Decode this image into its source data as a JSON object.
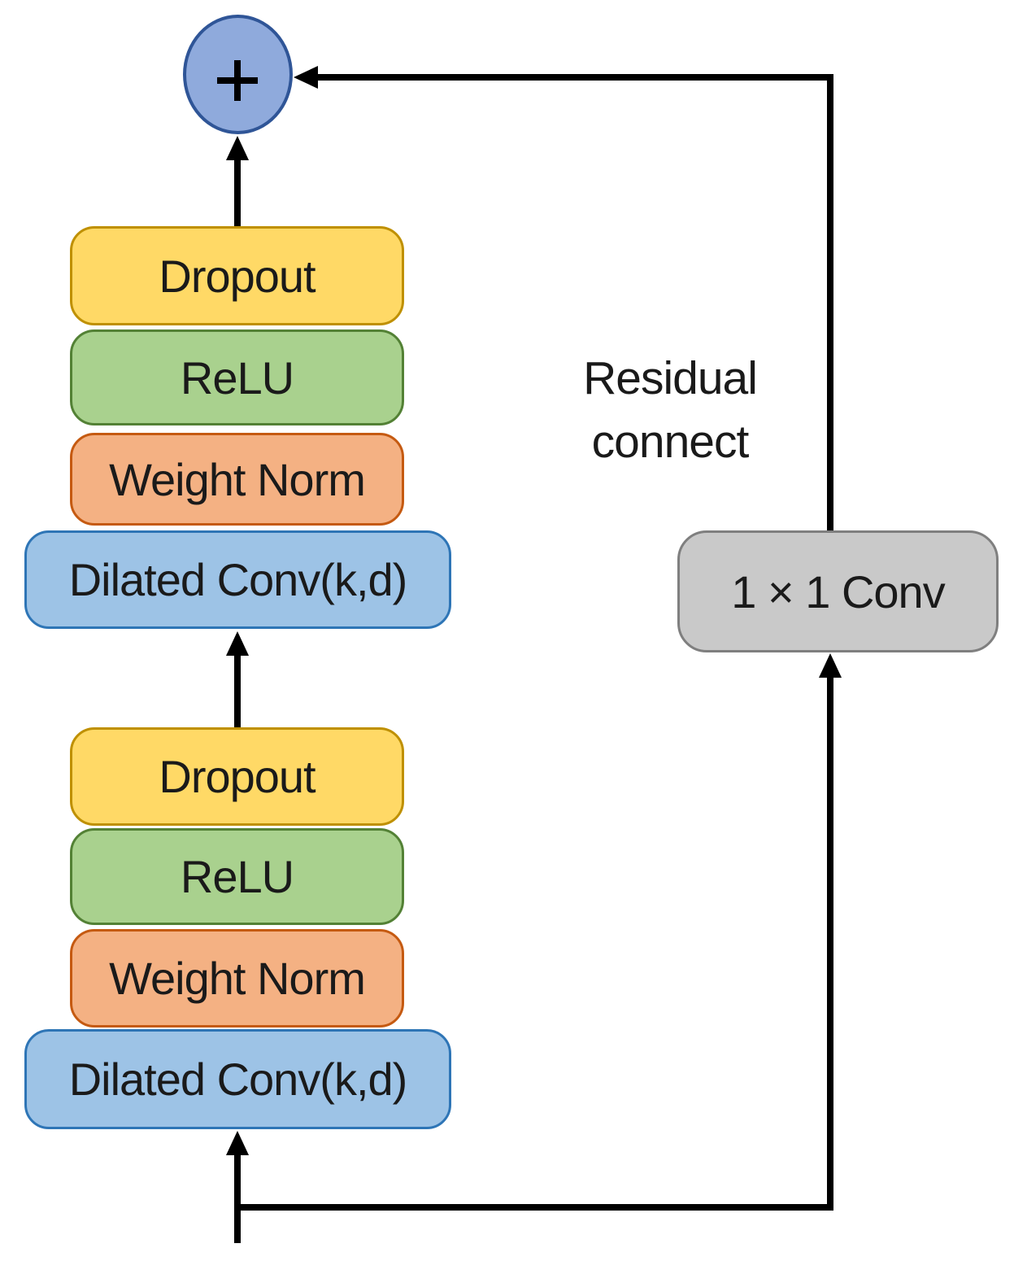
{
  "diagram": {
    "description_hint": "residual block diagram",
    "sum_node": {
      "label": "+",
      "fill": "#8FAADC",
      "border": "#2F5597"
    },
    "upper_stack": [
      {
        "label": "Dropout",
        "fill": "#FFD966",
        "border": "#BF9000"
      },
      {
        "label": "ReLU",
        "fill": "#A9D18E",
        "border": "#538135"
      },
      {
        "label": "Weight Norm",
        "fill": "#F4B183",
        "border": "#C55A11"
      },
      {
        "label": "Dilated Conv(k,d)",
        "fill": "#9DC3E6",
        "border": "#2E75B6"
      }
    ],
    "lower_stack": [
      {
        "label": "Dropout",
        "fill": "#FFD966",
        "border": "#BF9000"
      },
      {
        "label": "ReLU",
        "fill": "#A9D18E",
        "border": "#538135"
      },
      {
        "label": "Weight Norm",
        "fill": "#F4B183",
        "border": "#C55A11"
      },
      {
        "label": "Dilated Conv(k,d)",
        "fill": "#9DC3E6",
        "border": "#2E75B6"
      }
    ],
    "conv_1x1": {
      "label": "1 × 1 Conv",
      "fill": "#C9C9C9",
      "border": "#7F7F7F"
    },
    "residual_annotation": {
      "lines": [
        "Residual",
        "connect"
      ]
    },
    "colors": {
      "line": "#000000",
      "text": "#1a1a1a"
    }
  }
}
